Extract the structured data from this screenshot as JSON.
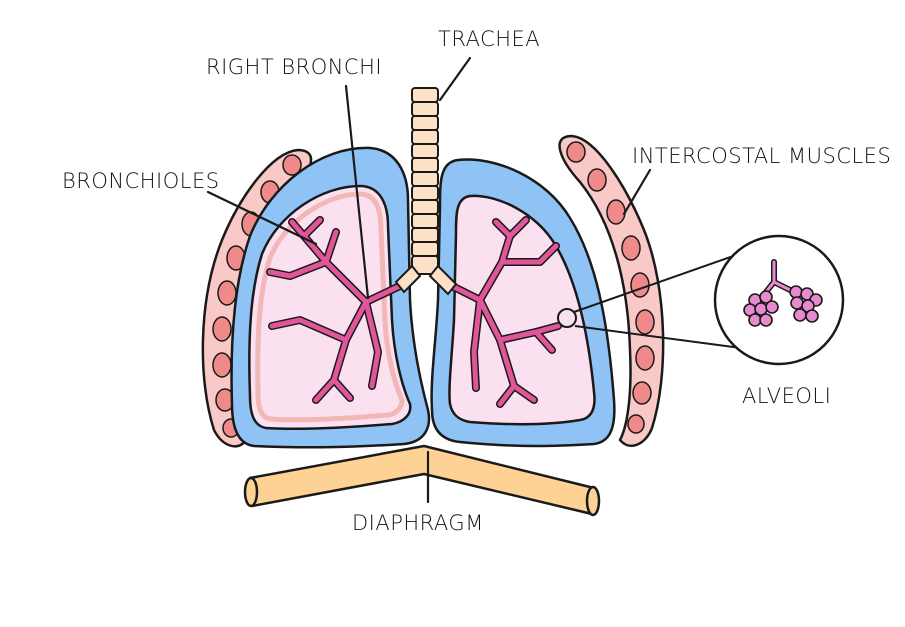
{
  "labels": {
    "trachea": "TRACHEA",
    "right_bronchi": "RIGHT BRONCHI",
    "bronchioles": "BRONCHIOLES",
    "intercostal_muscles": "INTERCOSTAL MUSCLES",
    "alveoli": "ALVEOLI",
    "diaphragm": "DIAPHRAGM"
  },
  "colors": {
    "outline": "#1a1a1a",
    "pleura_blue": "#8fc3f5",
    "lung_pink": "#fbe0f0",
    "lung_rim": "#f2b8b8",
    "bronchi_magenta": "#e1559b",
    "trachea_peach": "#fde1c6",
    "rib_pink": "#f8c9c6",
    "rib_spot": "#f08a8a",
    "diaphragm_orange": "#fdd294",
    "alveoli_magenta": "#e98ad0"
  }
}
